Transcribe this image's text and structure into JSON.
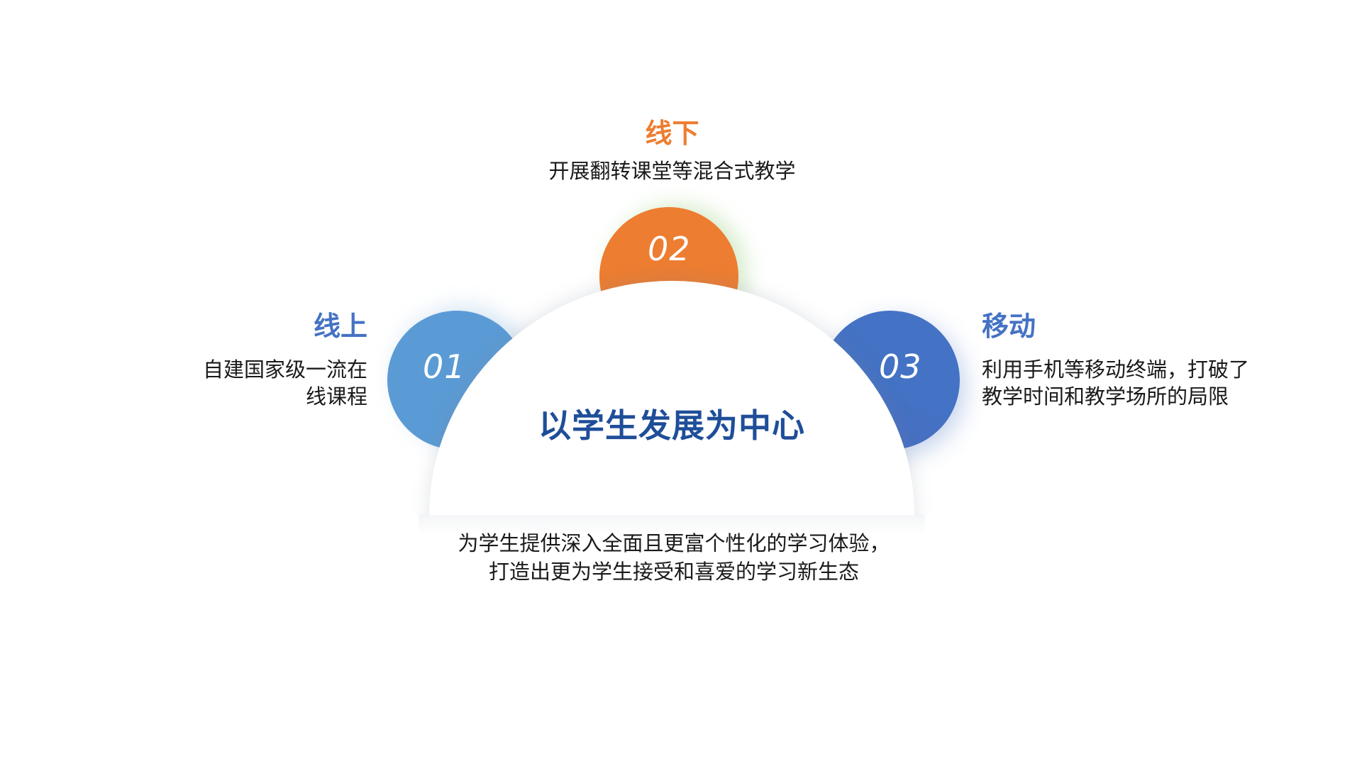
{
  "diagram": {
    "center": {
      "title": "以学生发展为中心",
      "color": "#1F4E99",
      "description_lines": [
        "为学生提供深入全面且更富个性化的学习体验，",
        "打造出更为学生接受和喜爱的学习新生态"
      ]
    },
    "items": [
      {
        "number": "01",
        "title": "线上",
        "color": "#5B9BD5",
        "title_color": "#4472C4",
        "description_lines": [
          "自建国家级一流在",
          "线课程"
        ]
      },
      {
        "number": "02",
        "title": "线下",
        "color": "#ED7D31",
        "title_color": "#ED7D31",
        "description_lines": [
          "开展翻转课堂等混合式教学"
        ]
      },
      {
        "number": "03",
        "title": "移动",
        "color": "#4472C4",
        "title_color": "#4472C4",
        "description_lines": [
          "利用手机等移动终端，打破了",
          "教学时间和教学场所的局限"
        ]
      }
    ]
  }
}
